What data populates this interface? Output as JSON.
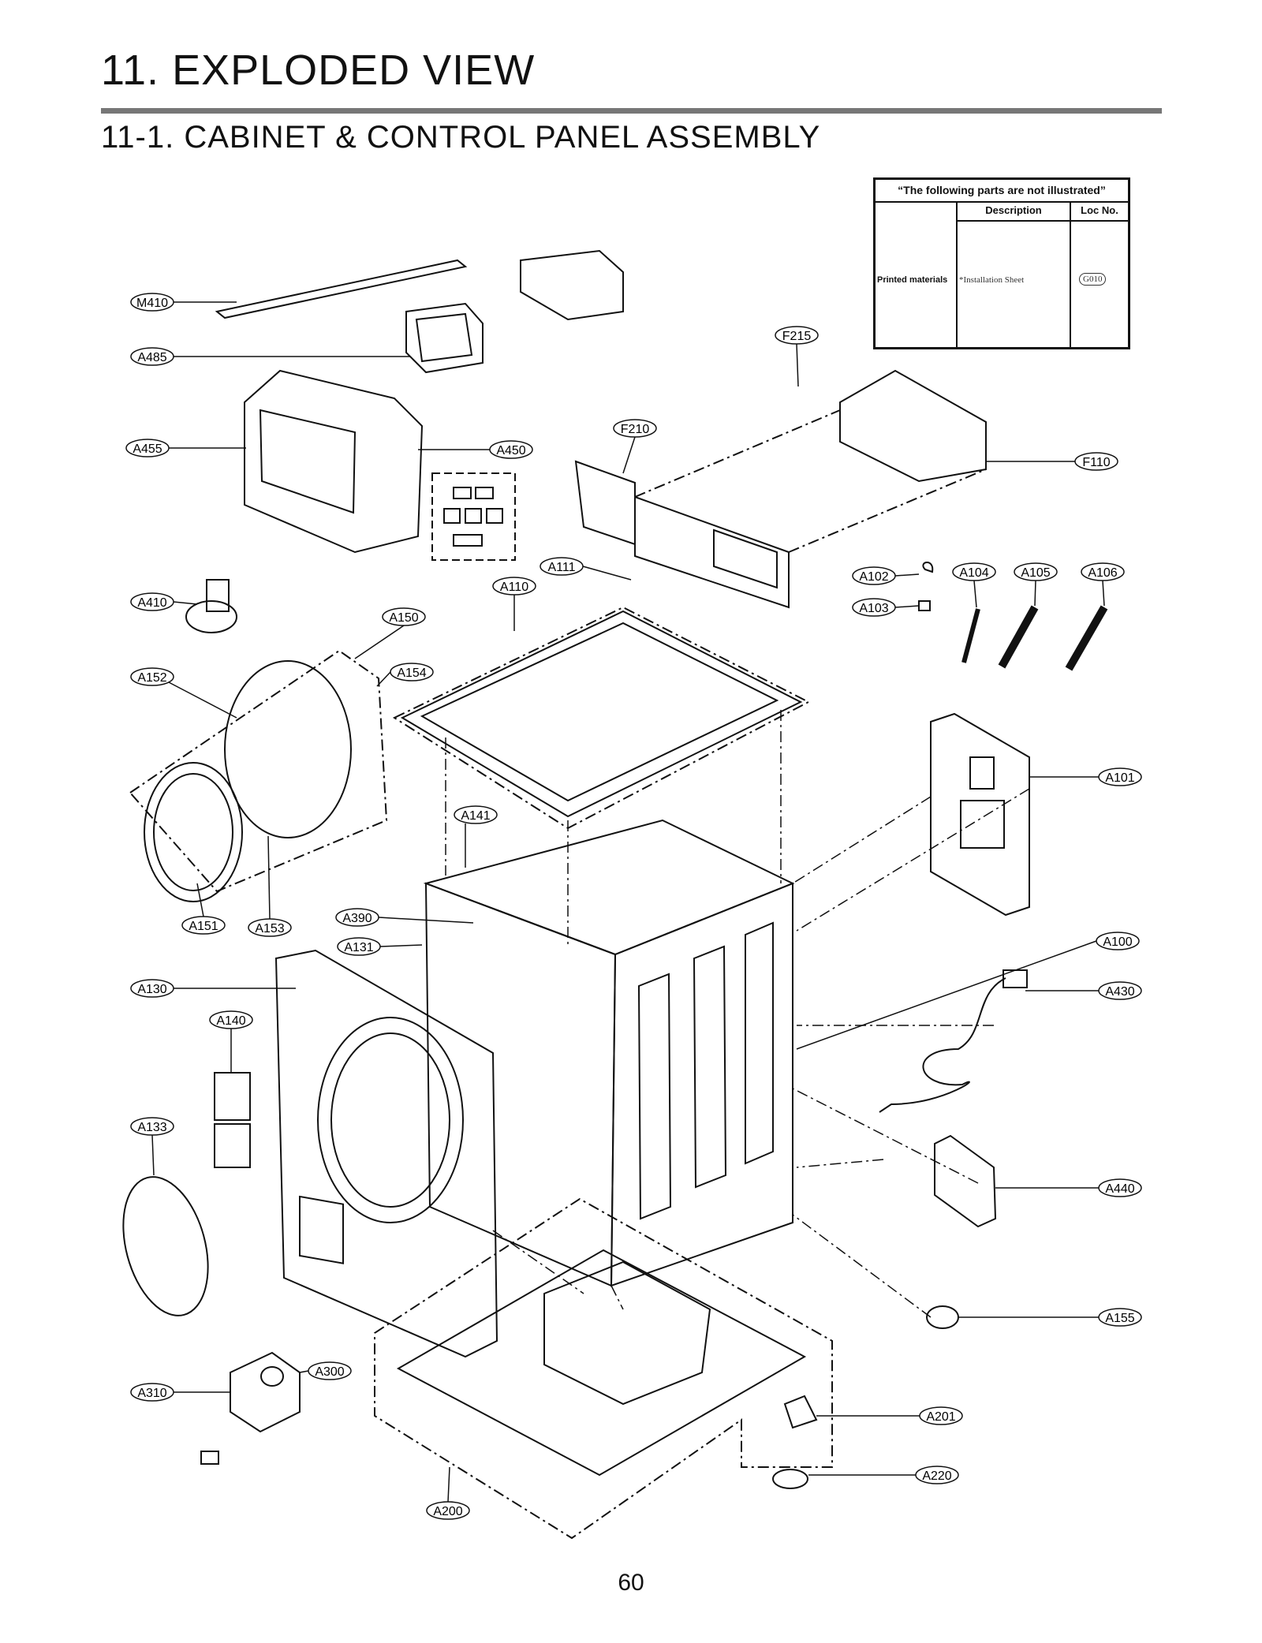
{
  "page": {
    "title": "11. EXPLODED VIEW",
    "subtitle": "11-1. CABINET  & CONTROL PANEL ASSEMBLY",
    "page_number": "60"
  },
  "not_illustrated": {
    "header": "“The following parts are not illustrated”",
    "col_description": "Description",
    "col_loc": "Loc No.",
    "row_category": "Printed materials",
    "row_description": "*Installation Sheet",
    "row_loc": "G010"
  },
  "callouts": [
    {
      "id": "M410"
    },
    {
      "id": "A485"
    },
    {
      "id": "A455"
    },
    {
      "id": "A450"
    },
    {
      "id": "F215"
    },
    {
      "id": "F210"
    },
    {
      "id": "F110"
    },
    {
      "id": "A111"
    },
    {
      "id": "A110"
    },
    {
      "id": "A102"
    },
    {
      "id": "A104"
    },
    {
      "id": "A105"
    },
    {
      "id": "A106"
    },
    {
      "id": "A103"
    },
    {
      "id": "A410"
    },
    {
      "id": "A150"
    },
    {
      "id": "A154"
    },
    {
      "id": "A152"
    },
    {
      "id": "A101"
    },
    {
      "id": "A141"
    },
    {
      "id": "A390"
    },
    {
      "id": "A151"
    },
    {
      "id": "A153"
    },
    {
      "id": "A131"
    },
    {
      "id": "A100"
    },
    {
      "id": "A130"
    },
    {
      "id": "A430"
    },
    {
      "id": "A140"
    },
    {
      "id": "A133"
    },
    {
      "id": "A440"
    },
    {
      "id": "A155"
    },
    {
      "id": "A300"
    },
    {
      "id": "A310"
    },
    {
      "id": "A201"
    },
    {
      "id": "A220"
    },
    {
      "id": "A200"
    }
  ]
}
